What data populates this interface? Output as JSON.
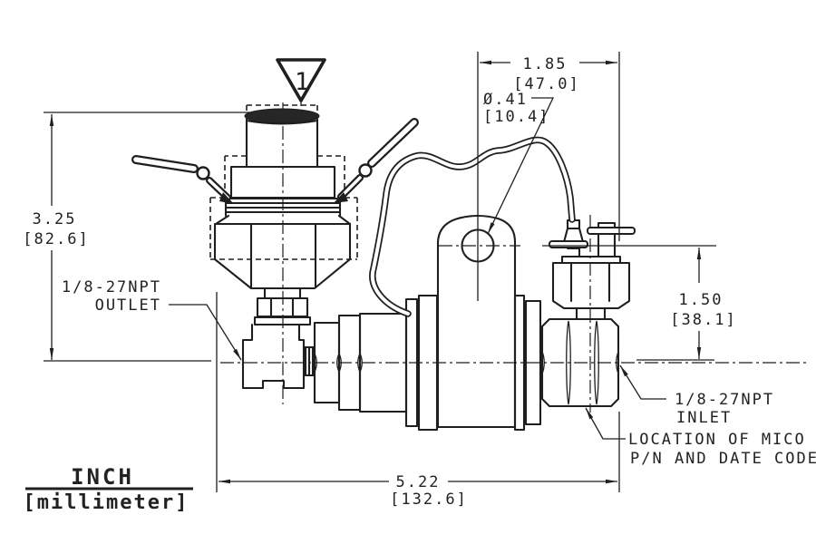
{
  "drawing": {
    "background": "#ffffff",
    "line_color": "#1f1f1f",
    "flag_note": "1",
    "dimensions": {
      "top_width": {
        "inch": "1.85",
        "mm": "[47.0]"
      },
      "hole_diameter": {
        "inch": "Ø.41",
        "mm": "[10.4]"
      },
      "overall_height": {
        "inch": "3.25",
        "mm": "[82.6]"
      },
      "inlet_height": {
        "inch": "1.50",
        "mm": "[38.1]"
      },
      "overall_length": {
        "inch": "5.22",
        "mm": "[132.6]"
      }
    },
    "callouts": {
      "outlet_line1": "1/8-27NPT",
      "outlet_line2": "OUTLET",
      "inlet_line1": "1/8-27NPT",
      "inlet_line2": "INLET",
      "location_line1": "LOCATION OF MICO",
      "location_line2": "P/N AND DATE CODE"
    },
    "units_legend": {
      "primary": "INCH",
      "secondary": "[millimeter]"
    }
  }
}
